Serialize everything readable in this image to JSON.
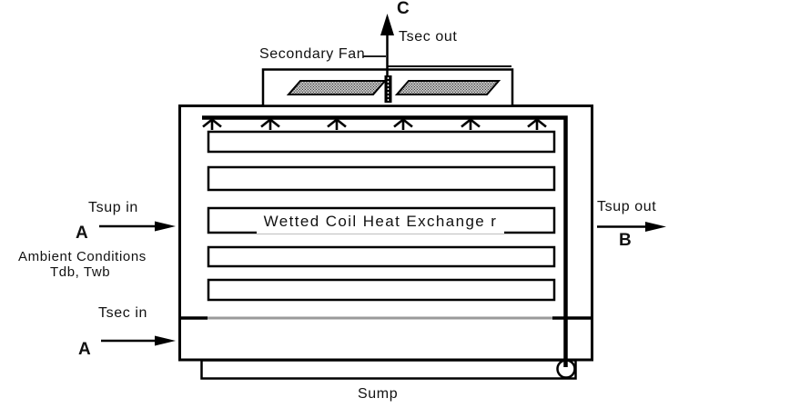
{
  "labels": {
    "c": "C",
    "tsec_out": "Tsec out",
    "secondary_fan": "Secondary Fan",
    "tsup_in": "Tsup in",
    "a_top": "A",
    "ambient_conditions": "Ambient Conditions",
    "tdb_twb": "Tdb, Twb",
    "tsec_in": "Tsec in",
    "a_bottom": "A",
    "tsup_out": "Tsup out",
    "b": "B",
    "heat_exchanger": "Wetted Coil Heat Exchange r",
    "sump": "Sump"
  },
  "colors": {
    "line": "#000000",
    "water_line": "#9a9a9a",
    "blade_fill": "#cfcfcf",
    "background": "#ffffff"
  }
}
